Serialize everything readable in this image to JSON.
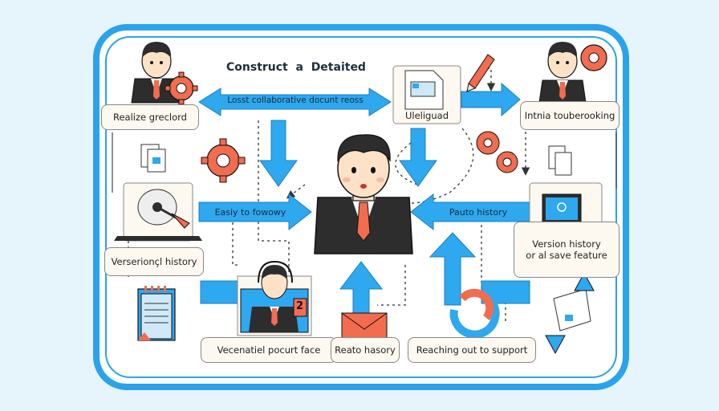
{
  "title": "Construct  a  Detaited",
  "labels": {
    "top_arrow": "Losst collaborative docunt reoss",
    "left_arrow": "Easiy to fowowy",
    "right_arrow": "Pauto history",
    "realize": "Realize greclord",
    "uleligued": "Uleliguad",
    "initia": "Intnia touberooking",
    "versioning": "Verserionçl history",
    "version_line1": "Version history",
    "version_line2": "or al save feature",
    "vecenatiel": "Vecenatiel pocurt face",
    "reato": "Reato hasory",
    "reaching": "Reaching out to support",
    "badge": "2"
  },
  "colors": {
    "frame": "#2aa3ec",
    "arrow": "#2ea8ee",
    "accent": "#f26c4f",
    "background": "#e6f4fb",
    "paper": "#fdf9f0",
    "suit": "#2d2d2d"
  },
  "icons": [
    "person-icon",
    "gear-icon",
    "document-icon",
    "pencil-icon",
    "laptop-icon",
    "envelope-icon",
    "refresh-icon",
    "notebook-icon",
    "disc-icon"
  ]
}
